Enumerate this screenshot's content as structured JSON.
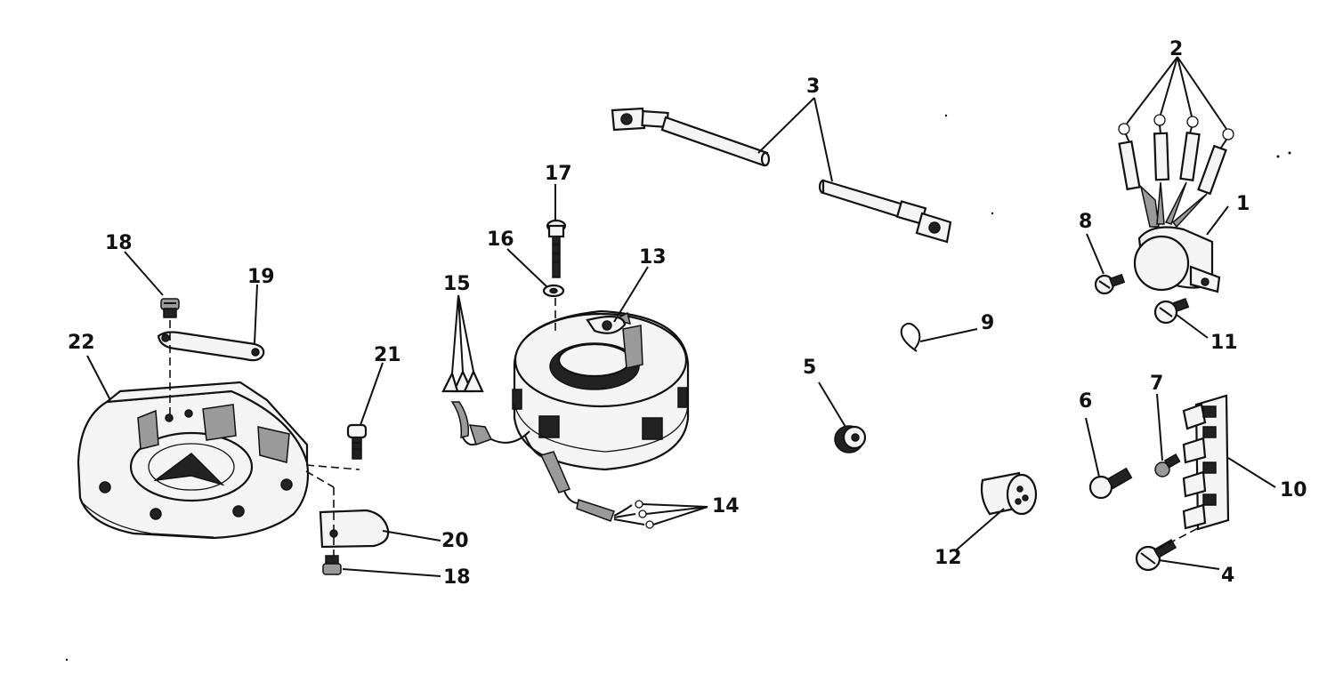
{
  "callouts": [
    {
      "id": "c1",
      "text": "1"
    },
    {
      "id": "c2",
      "text": "2"
    },
    {
      "id": "c3",
      "text": "3"
    },
    {
      "id": "c4",
      "text": "4"
    },
    {
      "id": "c5",
      "text": "5"
    },
    {
      "id": "c6",
      "text": "6"
    },
    {
      "id": "c7",
      "text": "7"
    },
    {
      "id": "c8",
      "text": "8"
    },
    {
      "id": "c9",
      "text": "9"
    },
    {
      "id": "c10",
      "text": "10"
    },
    {
      "id": "c11",
      "text": "11"
    },
    {
      "id": "c12",
      "text": "12"
    },
    {
      "id": "c13",
      "text": "13"
    },
    {
      "id": "c14",
      "text": "14"
    },
    {
      "id": "c15",
      "text": "15"
    },
    {
      "id": "c16",
      "text": "16"
    },
    {
      "id": "c17",
      "text": "17"
    },
    {
      "id": "c18a",
      "text": "18"
    },
    {
      "id": "c18b",
      "text": "18"
    },
    {
      "id": "c19",
      "text": "19"
    },
    {
      "id": "c20",
      "text": "20"
    },
    {
      "id": "c21",
      "text": "21"
    },
    {
      "id": "c22",
      "text": "22"
    }
  ]
}
